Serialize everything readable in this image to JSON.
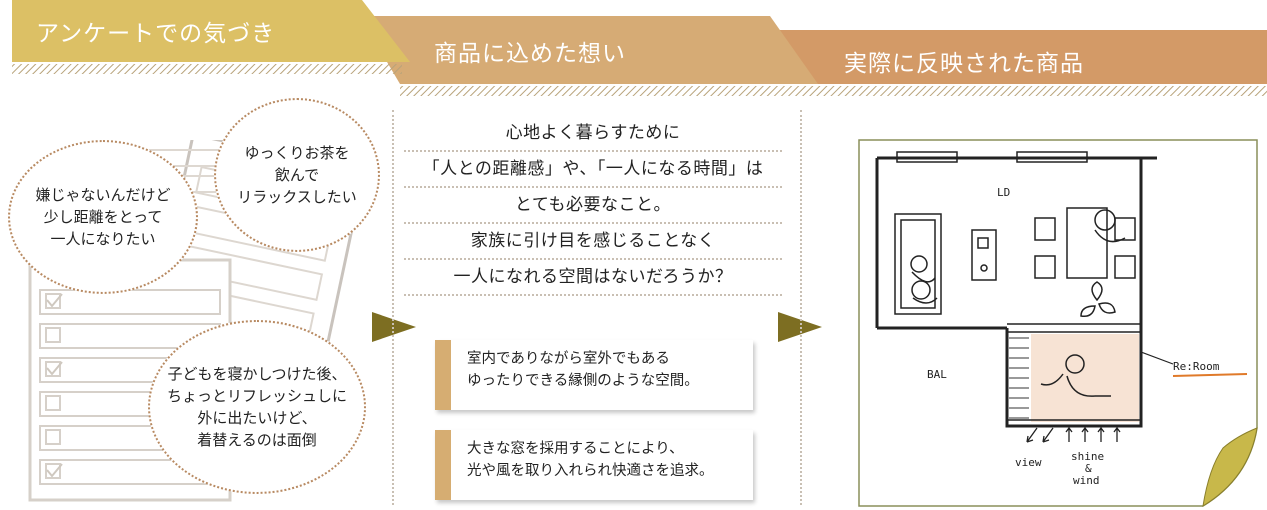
{
  "header": {
    "step1": "アンケートでの気づき",
    "step2": "商品に込めた想い",
    "step3": "実際に反映された商品"
  },
  "bubbles": {
    "b1": [
      "嫌じゃないんだけど",
      "少し距離をとって",
      "一人になりたい"
    ],
    "b2": [
      "ゆっくりお茶を",
      "飲んで",
      "リラックスしたい"
    ],
    "b3": [
      "子どもを寝かしつけた後、",
      "ちょっとリフレッシュしに",
      "外に出たいけど、",
      "着替えるのは面倒"
    ]
  },
  "concept": {
    "lines": [
      "心地よく暮らすために",
      "「人との距離感」や、「一人になる時間」は",
      "とても必要なこと。",
      "家族に引け目を感じることなく",
      "一人になれる空間はないだろうか？"
    ]
  },
  "cards": [
    {
      "line1": "室内でありながら室外でもある",
      "line2": "ゆったりできる縁側のような空間。"
    },
    {
      "line1": "大きな窓を採用することにより、",
      "line2": "光や風を取り入れられ快適さを追求。"
    }
  ],
  "sketch": {
    "ld_label": "LD",
    "bal_label": "BAL",
    "room_label": "Re:Room",
    "view_label": "view",
    "shine_label": "shine",
    "amp_label": "&",
    "wind_label": "wind"
  },
  "colors": {
    "header1": "#dcc065",
    "header2": "#d6ab75",
    "header3": "#d39a67",
    "bubble_border": "#b88a62",
    "card_bar": "#d6ad72",
    "arrow": "#7d6e22",
    "room_fill": "#f7e3d4"
  }
}
